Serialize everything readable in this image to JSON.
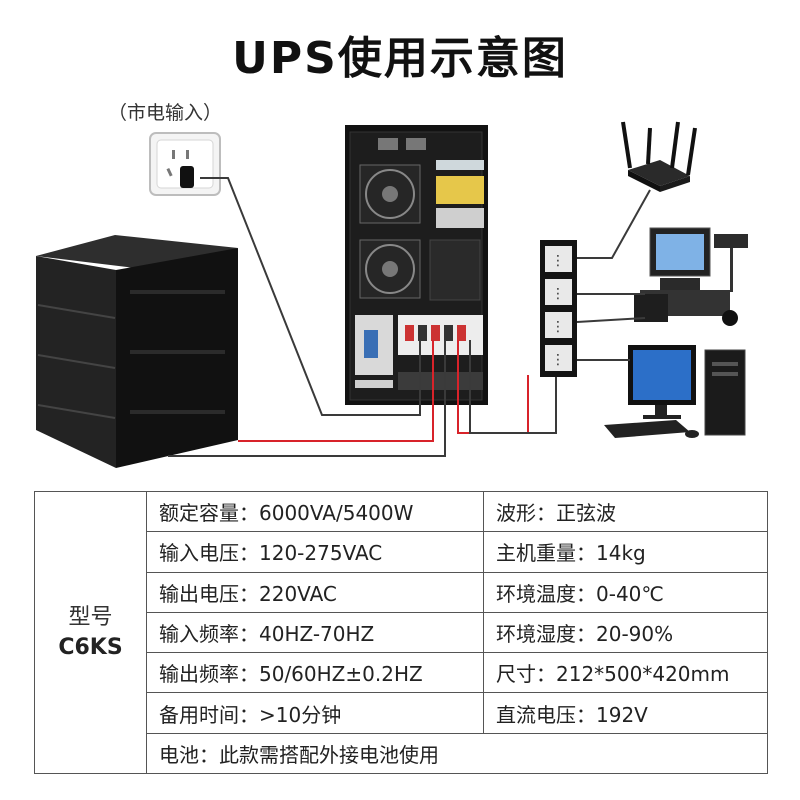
{
  "header": {
    "title": "UPS使用示意图"
  },
  "diagram": {
    "mains_label": "（市电输入）",
    "colors": {
      "live_wire": "#d8232a",
      "signal_wire": "#3a3a3a",
      "ups_body": "#161616",
      "battery_cabinet": "#1b1b1b"
    }
  },
  "spec_table": {
    "model_label": "型号",
    "model_value": "C6KS",
    "rows": [
      [
        "额定容量：6000VA/5400W",
        "波形：正弦波"
      ],
      [
        "输入电压：120-275VAC",
        "主机重量：14kg"
      ],
      [
        "输出电压：220VAC",
        "环境温度：0-40℃"
      ],
      [
        "输入频率：40HZ-70HZ",
        "环境湿度：20-90%"
      ],
      [
        "输出频率：50/60HZ±0.2HZ",
        "尺寸：212*500*420mm"
      ],
      [
        "备用时间：>10分钟",
        "直流电压：192V"
      ]
    ],
    "battery_note": "电池：此款需搭配外接电池使用"
  }
}
